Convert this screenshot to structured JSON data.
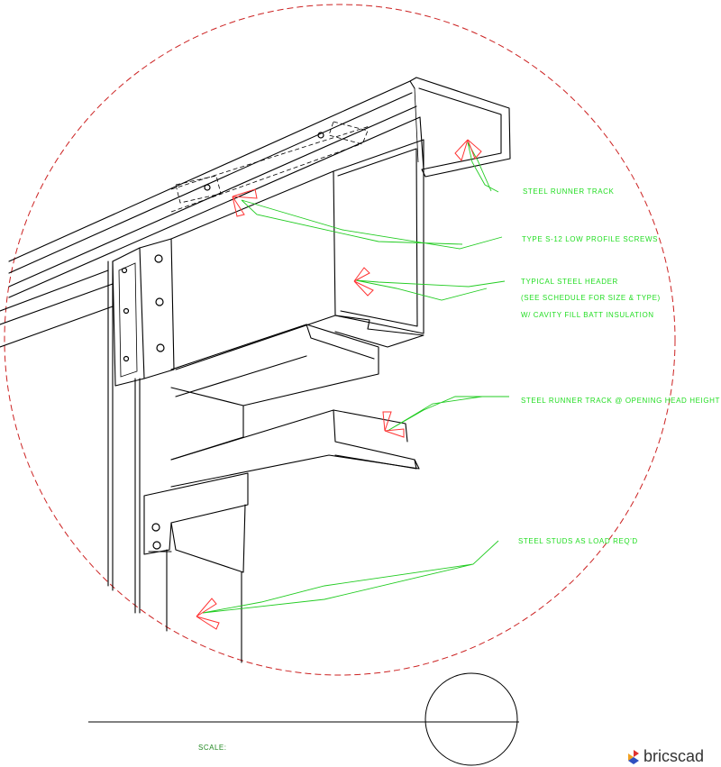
{
  "drawing": {
    "labels": [
      "STEEL RUNNER TRACK",
      "TYPE S-12 LOW  PROFILE SCREWS",
      "TYPICAL STEEL HEADER",
      "(SEE SCHEDULE FOR SIZE & TYPE)",
      "W/ CAVITY FILL BATT INSULATION",
      "STEEL RUNNER TRACK @ OPENING  HEAD HEIGHT",
      "STEEL STUDS AS LOAD REQ'D"
    ],
    "scale_label": "SCALE:"
  },
  "brand": {
    "name": "bricscad"
  },
  "colors": {
    "annotation": "#22dd22",
    "arrow": "#ff3333",
    "detail_circle": "#cc2222",
    "linework": "#000000"
  }
}
